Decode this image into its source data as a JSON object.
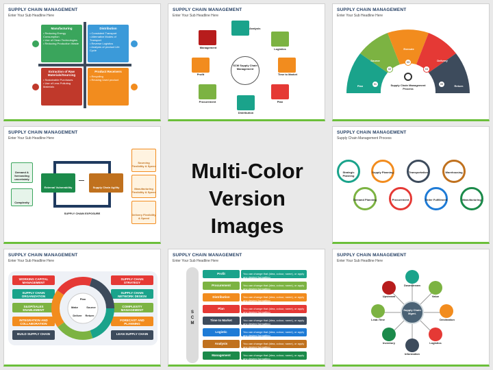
{
  "headline": [
    "Multi-Color",
    "Version Images"
  ],
  "slide_title": "SUPPLY CHAIN MANAGEMENT",
  "slide_subtitle": "Enter Your Sub Headline Here",
  "slide5_subtitle": "Supply Chain Management Process",
  "s1": {
    "q1": {
      "title": "Manufacturing",
      "items": "• Reducing Energy Consumption\n• Use of Clean Technologies\n• Reducing Production Waste"
    },
    "q2": {
      "title": "Distribution",
      "items": "• Consistent Transport\n• Alternative Modes of Transport\n• Reverse Logistics\n• Analysis of product Life Cycle"
    },
    "q3": {
      "title": "Extraction of Raw Materials/Sourcing",
      "items": "• Sustainable Purchases\n• Use of Less Polluting Materials"
    },
    "q4": {
      "title": "Product Receivers",
      "items": "• Recycling\n• Reusing Used product"
    }
  },
  "s2": {
    "center": "SCM Supply Chain Management",
    "nodes": [
      "Analysis",
      "Logistics",
      "Time to Market",
      "Plan",
      "Distribution",
      "Procurement",
      "Profit",
      "Management"
    ]
  },
  "s3": {
    "center": "Supply Chain Management Process",
    "steps": [
      "Plan",
      "Source",
      "Execute",
      "Delivery",
      "Return"
    ],
    "nums": [
      "01",
      "02",
      "03",
      "04",
      "05"
    ]
  },
  "s4": {
    "left1": "Demand & forecasting uncertainty",
    "left2": "Complexity",
    "mid1": "External Vulnerability",
    "mid2": "Supply Chain Agility",
    "right": [
      "Sourcing Flexibility & Speed",
      "Manufacturing Flexibility & Speed",
      "Delivery Flexibility & Speed"
    ],
    "bottom": "SUPPLY CHAIN EXPOSURE",
    "minus": "—"
  },
  "s5": {
    "items": [
      "Strategic Planning",
      "Demand Planning",
      "Supply Planning",
      "Procurement",
      "Transportation",
      "Order Fulfillment",
      "Warehousing",
      "Manufacturing"
    ]
  },
  "s6": {
    "left": [
      "WORKING CAPITAL MANAGEMENT",
      "SUPPLY CHAIN ORGANIZATION",
      "S&OP/SALES ENABLEMENT",
      "INTEGRATION AND COLLABORATION",
      "BUILD SUPPLY CHAIN"
    ],
    "right": [
      "SUPPLY CHAIN STRATEGY",
      "SUPPLY CHAIN NETWORK DESIGN",
      "COMPLEXITY MANAGEMENT",
      "FORECAST AND PLANNING",
      "LEAN SUPPLY CHAIN"
    ],
    "center": [
      "Plan",
      "Source",
      "Make",
      "Deliver",
      "Return"
    ]
  },
  "s7": {
    "letters": [
      "S",
      "C",
      "M"
    ],
    "rows": [
      "Profit",
      "Procurement",
      "Distribution",
      "Plan",
      "Time to Market",
      "Logistic",
      "Analysis",
      "Management"
    ],
    "desc": "You can change that (idea, colour, name), or apply any desired formatting"
  },
  "s8": {
    "center": "Supply Chain Mgmt.",
    "nodes": [
      "Downstream",
      "Value",
      "Destination",
      "Logistics",
      "Information",
      "Inventory",
      "Lead-Time",
      "Upstream"
    ]
  },
  "colors": {
    "green": "#6bbf3a",
    "navy": "#1f3a5f",
    "orange": "#f28c1e",
    "red": "#c0392b",
    "blue": "#1e7bd6",
    "teal": "#1aa38b",
    "purple": "#8e44ad",
    "gray": "#3d4b5c"
  }
}
